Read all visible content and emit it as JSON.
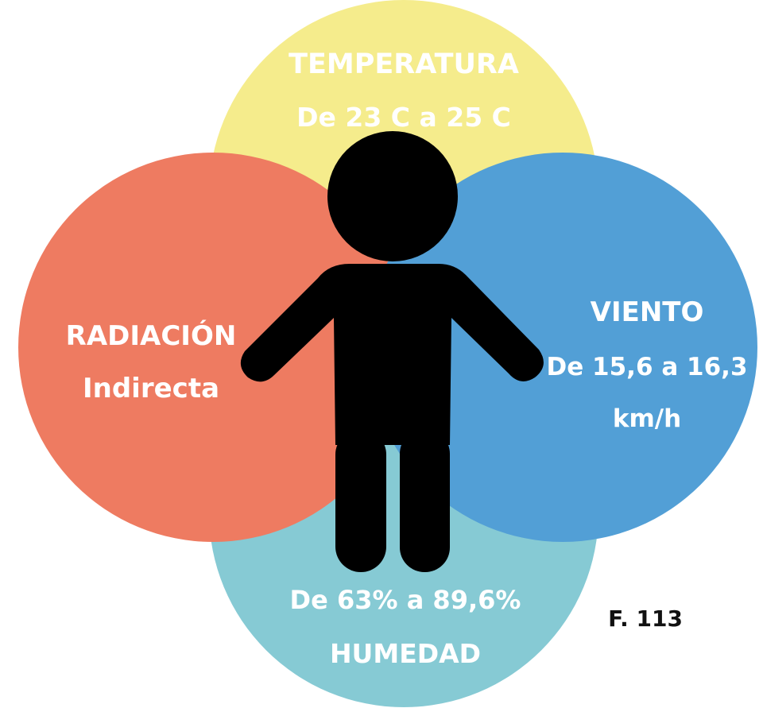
{
  "colors": {
    "temperatura": "#F5EC8C",
    "humedad": "#86CAD4",
    "radiacion": "#EE7B61",
    "viento": "#529FD6",
    "figure": "#000000",
    "label_text": "#FFFFFF"
  },
  "temperatura": {
    "title": "TEMPERATURA",
    "value": "De 23 C a 25 C"
  },
  "radiacion": {
    "title": "RADIACIÓN",
    "value": "Indirecta"
  },
  "viento": {
    "title": "VIENTO",
    "value_line1": "De 15,6 a 16,3",
    "value_line2": "km/h"
  },
  "humedad": {
    "value": "De 63% a 89,6%",
    "title": "HUMEDAD"
  },
  "figure_ref": "F. 113",
  "icons": {
    "center": "person-icon"
  }
}
